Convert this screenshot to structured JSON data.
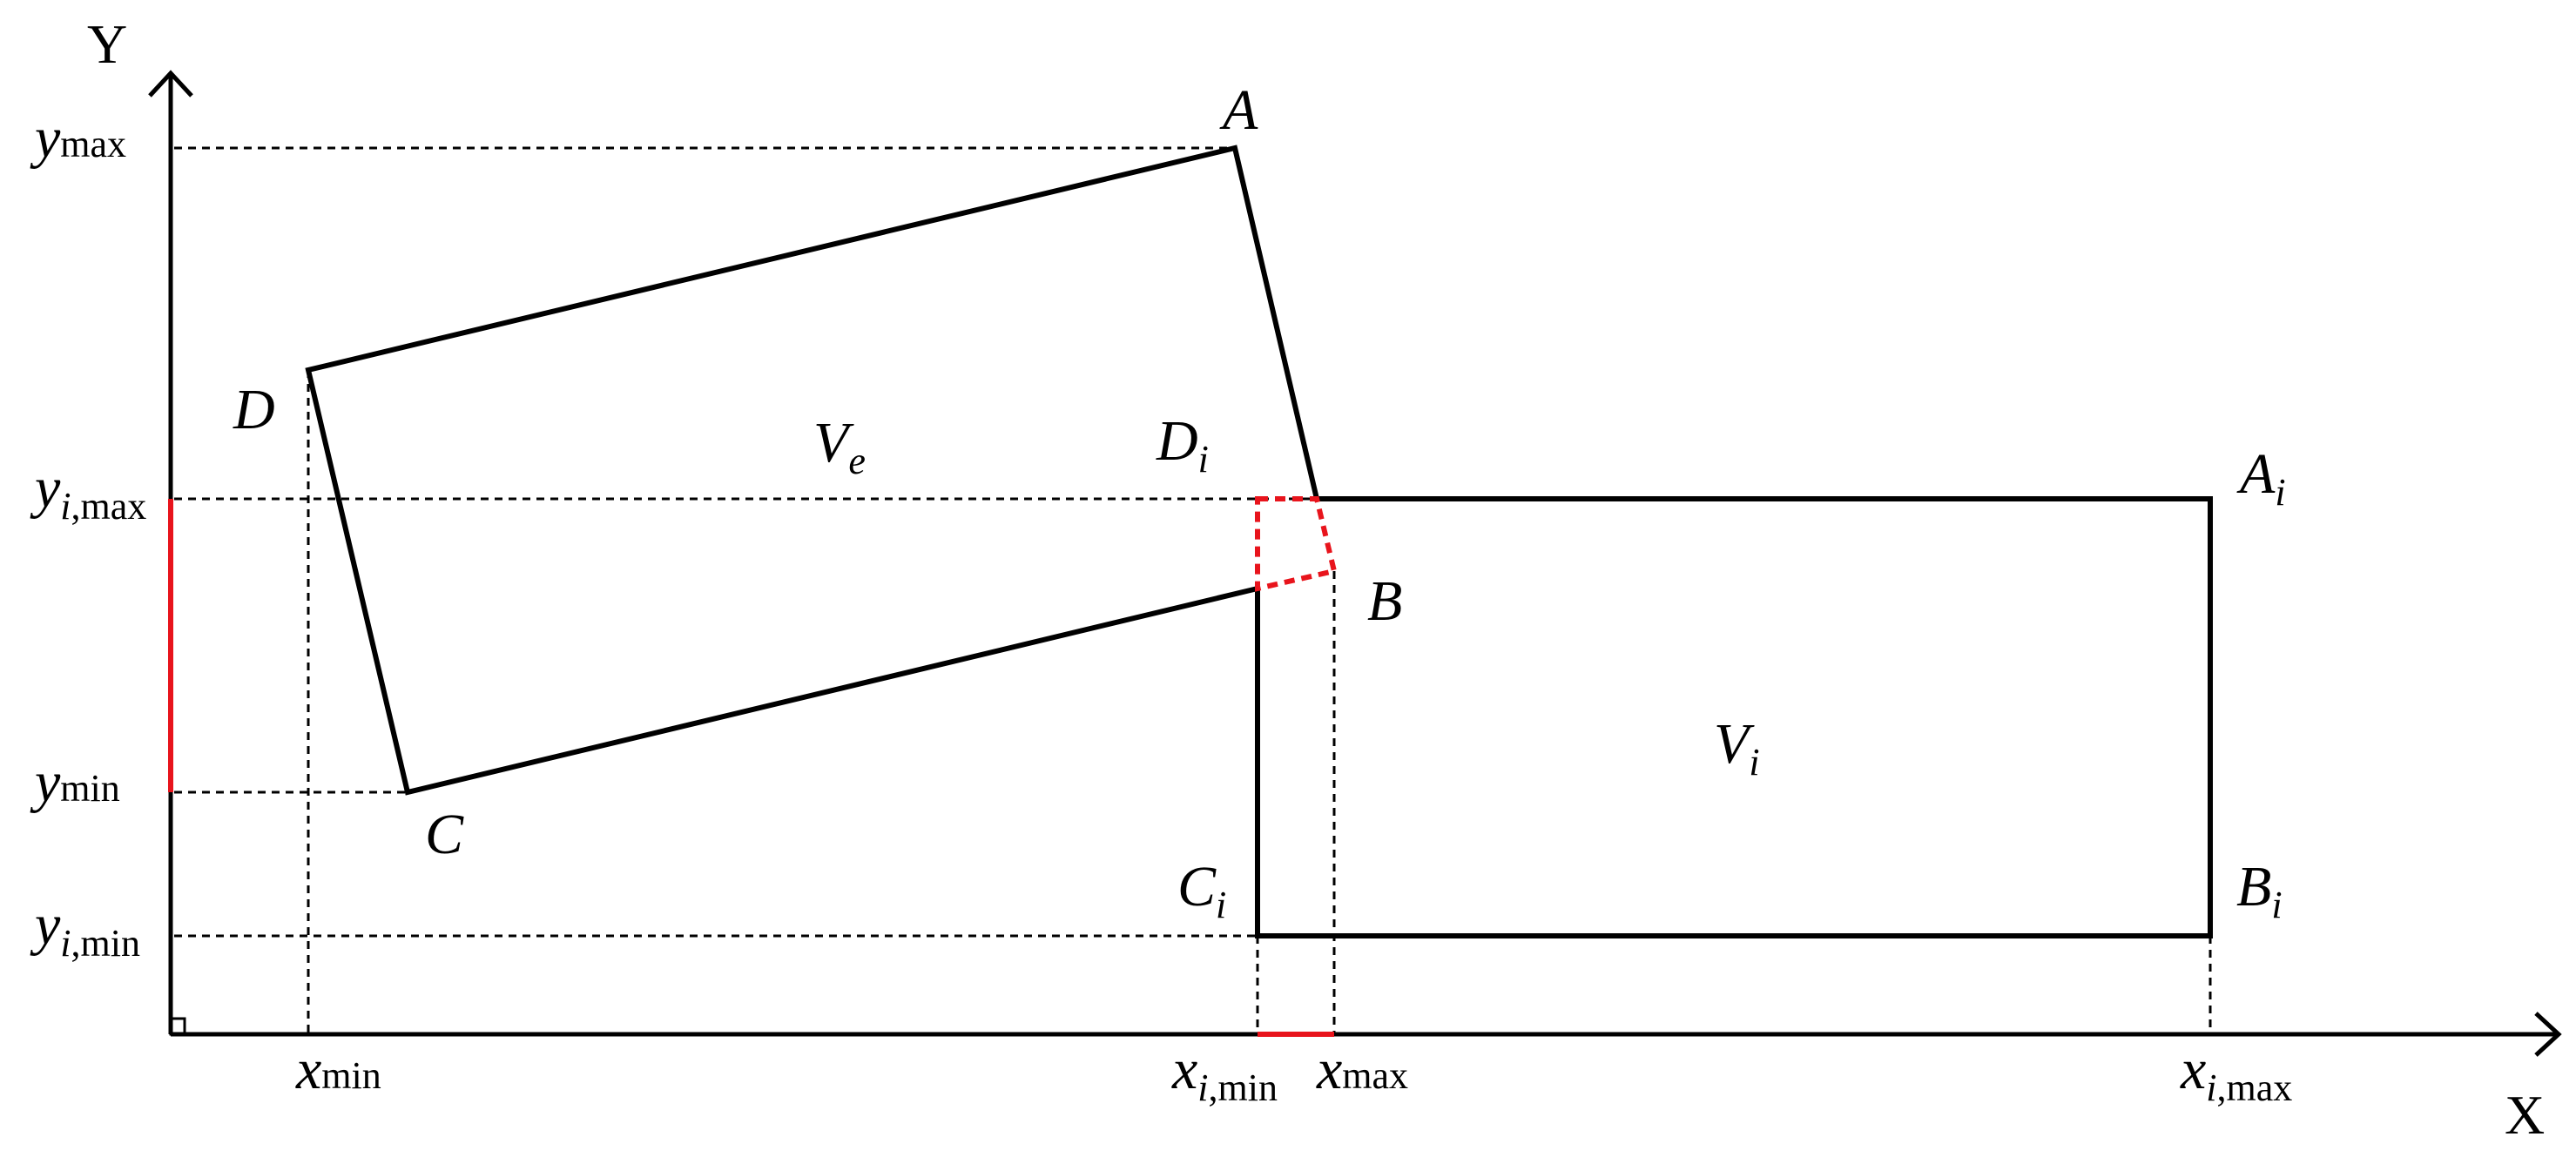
{
  "axes": {
    "x_label": "X",
    "y_label": "Y"
  },
  "vertices": {
    "A": {
      "base": "A",
      "sub": ""
    },
    "B": {
      "base": "B",
      "sub": ""
    },
    "C": {
      "base": "C",
      "sub": ""
    },
    "D": {
      "base": "D",
      "sub": ""
    },
    "Ai": {
      "base": "A",
      "sub": "i"
    },
    "Bi": {
      "base": "B",
      "sub": "i"
    },
    "Ci": {
      "base": "C",
      "sub": "i"
    },
    "Di": {
      "base": "D",
      "sub": "i"
    }
  },
  "regions": {
    "Ve": {
      "base": "V",
      "sub": "e"
    },
    "Vi": {
      "base": "V",
      "sub": "i"
    }
  },
  "ticks": {
    "y_max": {
      "base": "y",
      "sub_italic": "",
      "sub": "max"
    },
    "yi_max": {
      "base": "y",
      "sub_italic": "i",
      "sub": ",max"
    },
    "y_min": {
      "base": "y",
      "sub_italic": "",
      "sub": "min"
    },
    "yi_min": {
      "base": "y",
      "sub_italic": "i",
      "sub": ",min"
    },
    "x_min": {
      "base": "x",
      "sub_italic": "",
      "sub": "min"
    },
    "xi_min": {
      "base": "x",
      "sub_italic": "i",
      "sub": ",min"
    },
    "x_max": {
      "base": "x",
      "sub_italic": "",
      "sub": "max"
    },
    "xi_max": {
      "base": "x",
      "sub_italic": "i",
      "sub": ",max"
    }
  },
  "colors": {
    "stroke": "#000000",
    "highlight": "#e8141c",
    "background": "#ffffff"
  }
}
